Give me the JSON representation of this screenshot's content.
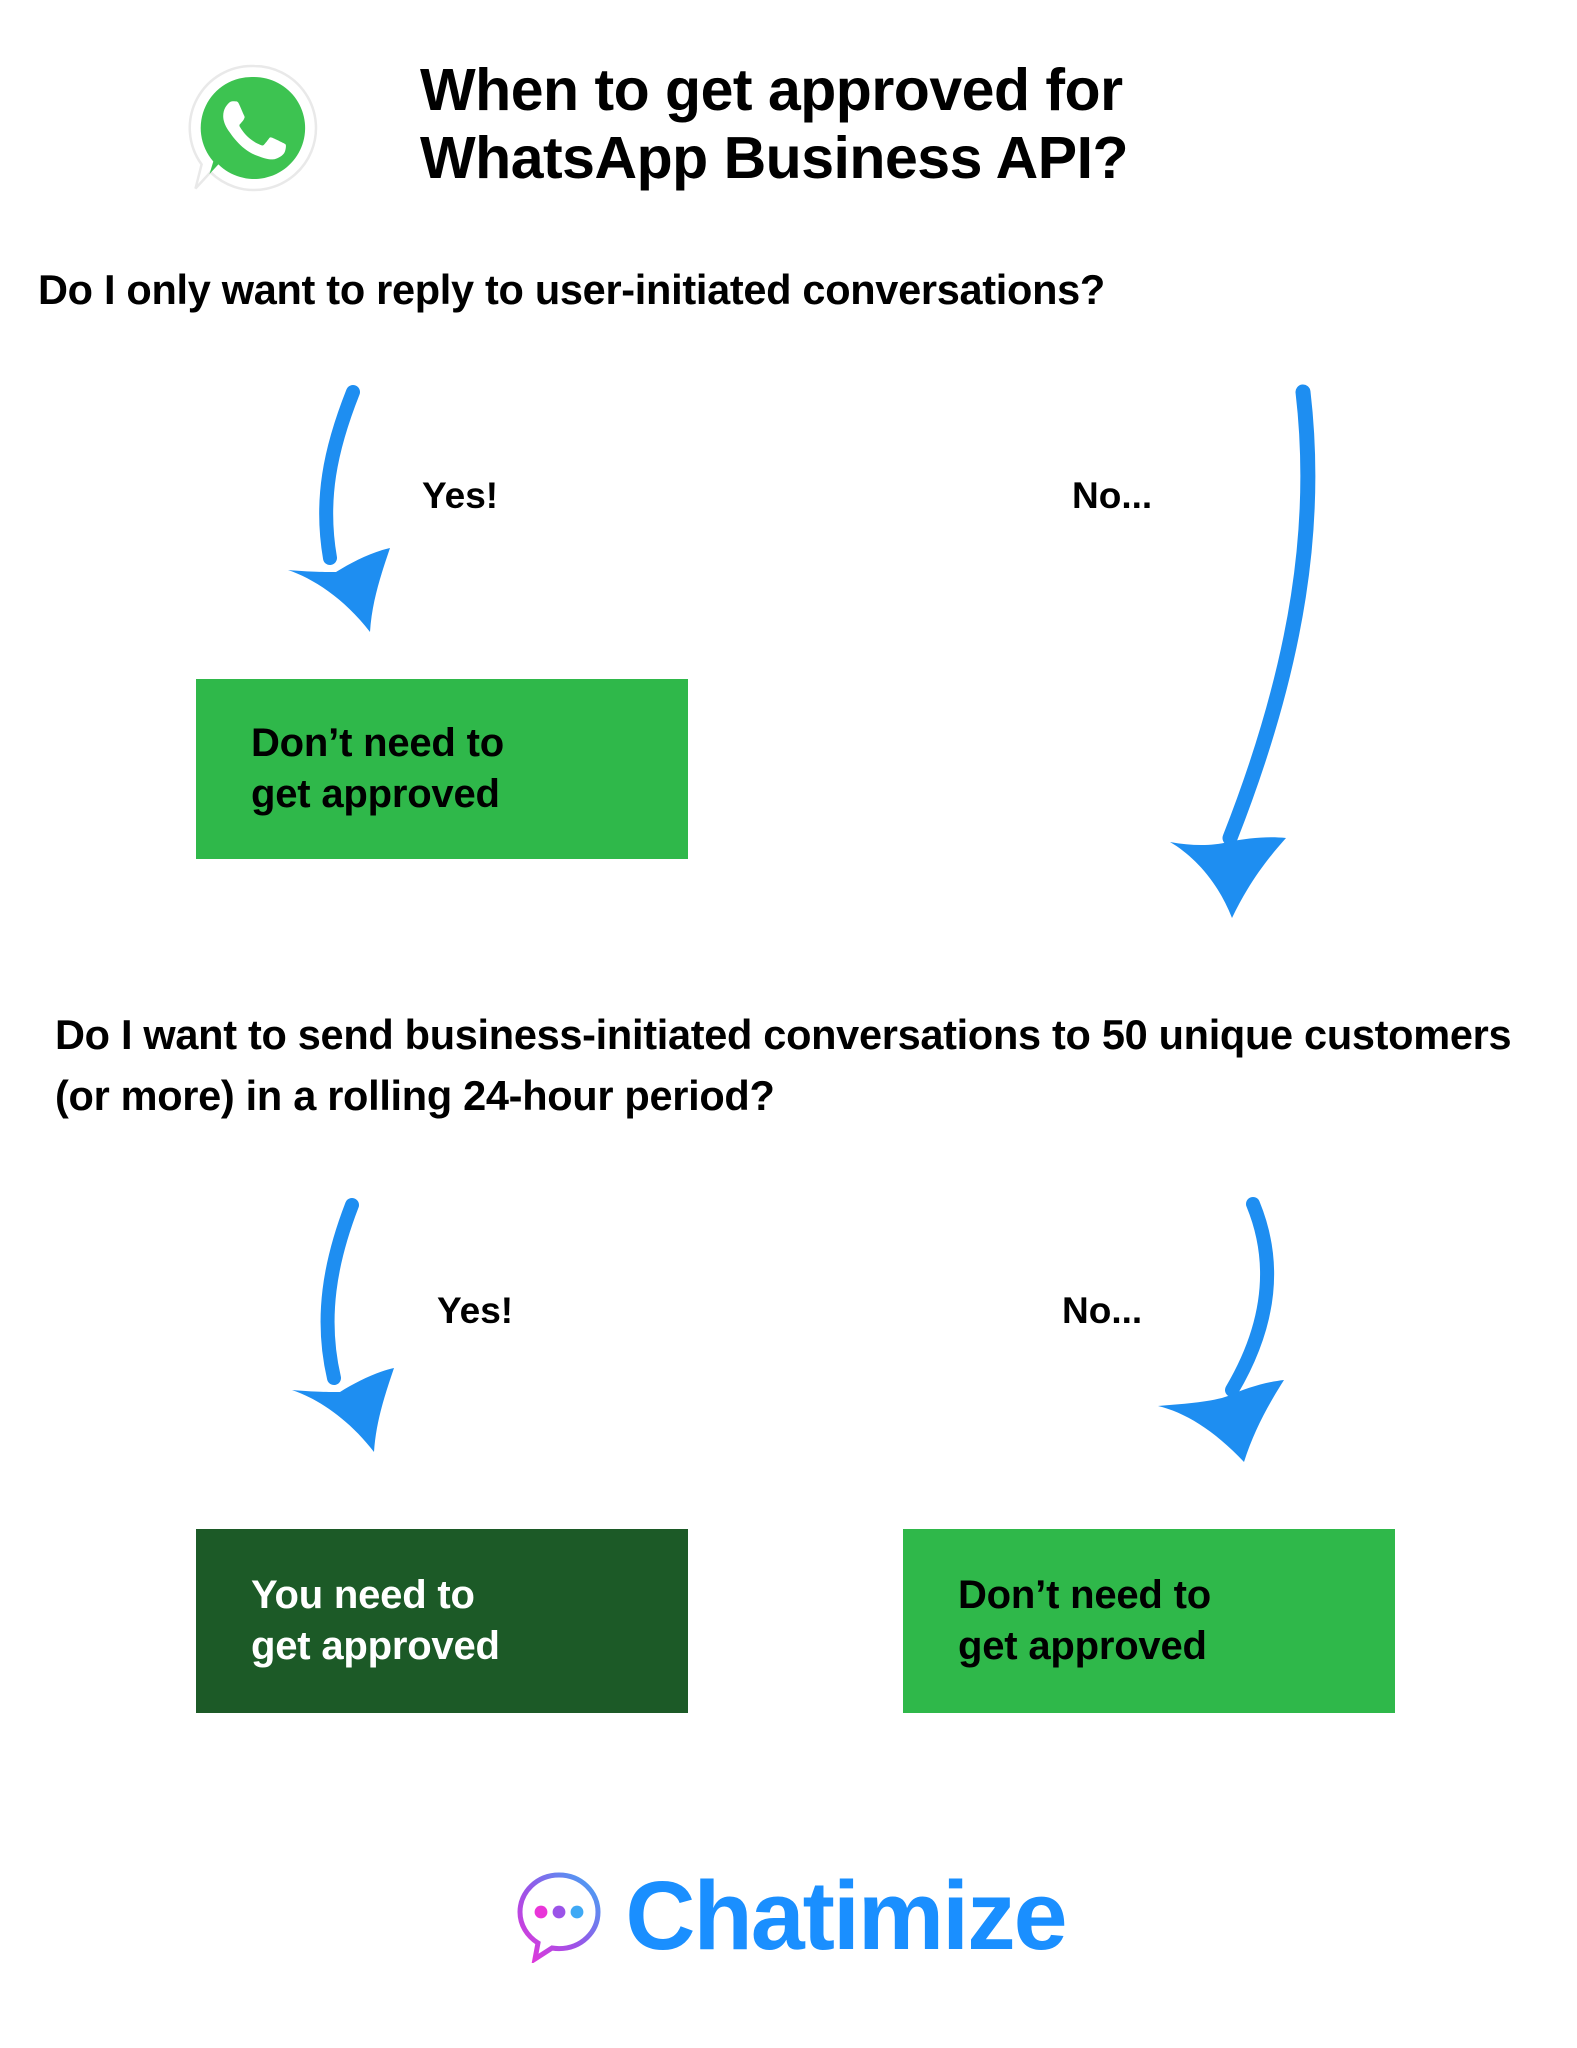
{
  "header": {
    "logo_icon": "whatsapp-icon",
    "title": "When to get approved for WhatsApp Business API?"
  },
  "flow": {
    "question_1": "Do I only want to reply to user-initiated conversations?",
    "question_2": "Do I want to send business-initiated conversations to 50 unique customers (or more) in a rolling 24-hour period?",
    "labels": {
      "yes_1": "Yes!",
      "no_1": "No...",
      "yes_2": "Yes!",
      "no_2": "No..."
    },
    "outcomes": {
      "no_approval_1": "Don’t need to\nget approved",
      "need_approval": "You need to\nget approved",
      "no_approval_2": "Don’t need to\nget approved"
    }
  },
  "footer": {
    "brand_name": "Chatimize",
    "bubble_icon": "chat-bubble-icon"
  },
  "colors": {
    "arrow_blue": "#1E8EF1",
    "green_light": "#2FB84A",
    "green_dark": "#1C5A27",
    "brand_blue": "#1A8FFF",
    "whatsapp_green": "#3DC351",
    "text_black": "#000000",
    "text_white": "#FFFFFF",
    "bubble_magenta": "#E935D8",
    "bubble_blue": "#3FA9F5"
  }
}
